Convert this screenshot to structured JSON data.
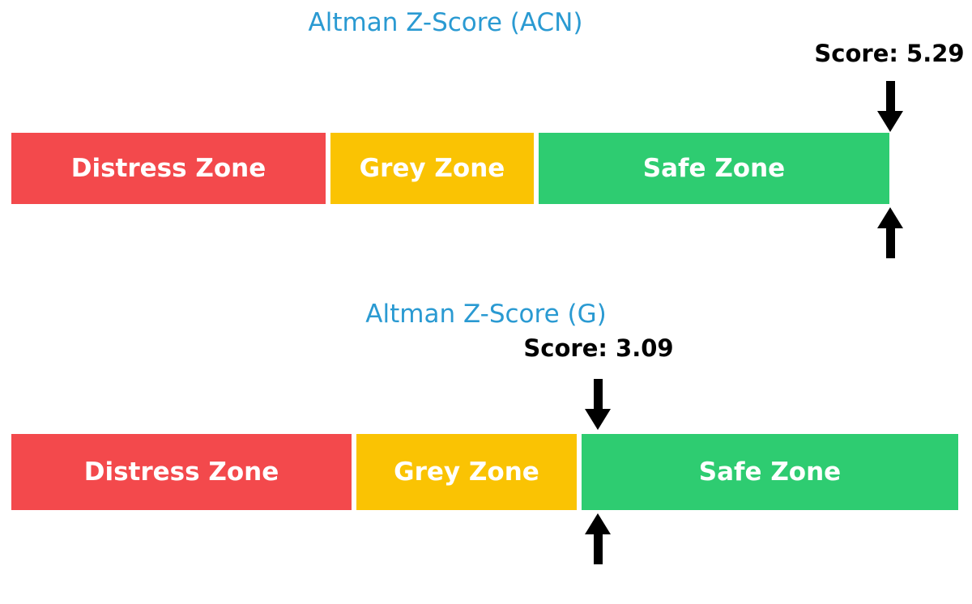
{
  "colors": {
    "background": "#ffffff",
    "title": "#2a9ad2",
    "score_text": "#000000",
    "arrow": "#000000",
    "zone_label": "#ffffff",
    "distress_zone": "#f3494c",
    "grey_zone": "#fac303",
    "safe_zone": "#2ecc71"
  },
  "charts": [
    {
      "title": "Altman Z-Score (ACN)",
      "score": 5.29,
      "score_text": "Score: 5.29",
      "zones": [
        {
          "label": "Distress Zone",
          "color": "#f3494c"
        },
        {
          "label": "Grey Zone",
          "color": "#fac303"
        },
        {
          "label": "Safe Zone",
          "color": "#2ecc71"
        }
      ]
    },
    {
      "title": "Altman Z-Score (G)",
      "score": 3.09,
      "score_text": "Score: 3.09",
      "zones": [
        {
          "label": "Distress Zone",
          "color": "#f3494c"
        },
        {
          "label": "Grey Zone",
          "color": "#fac303"
        },
        {
          "label": "Safe Zone",
          "color": "#2ecc71"
        }
      ]
    }
  ],
  "chart_data": [
    {
      "type": "bar",
      "subtype": "zone-gauge",
      "title": "Altman Z-Score (ACN)",
      "score": 5.29,
      "score_annotation": "Score: 5.29",
      "zones": [
        {
          "label": "Distress Zone",
          "color": "#f3494c",
          "width_fraction": 0.36
        },
        {
          "label": "Grey Zone",
          "color": "#fac303",
          "width_fraction": 0.23
        },
        {
          "label": "Safe Zone",
          "color": "#2ecc71",
          "width_fraction": 0.41
        }
      ],
      "marker": {
        "value": 5.29,
        "position": "arrows above and below bar at the right end of the Safe Zone",
        "relative_x_fraction": 1.0
      },
      "axes": "none",
      "grid": false,
      "legend": "none",
      "note": "Zone boundaries are not labeled on an axis; standard Altman thresholds (1.81, 2.99) are implied by the zone names"
    },
    {
      "type": "bar",
      "subtype": "zone-gauge",
      "title": "Altman Z-Score (G)",
      "score": 3.09,
      "score_annotation": "Score: 3.09",
      "zones": [
        {
          "label": "Distress Zone",
          "color": "#f3494c",
          "width_fraction": 0.36
        },
        {
          "label": "Grey Zone",
          "color": "#fac303",
          "width_fraction": 0.235
        },
        {
          "label": "Safe Zone",
          "color": "#2ecc71",
          "width_fraction": 0.405
        }
      ],
      "marker": {
        "value": 3.09,
        "position": "arrows above and below bar just right of the Grey/Safe boundary",
        "relative_x_fraction": 0.62
      },
      "axes": "none",
      "grid": false,
      "legend": "none",
      "note": "Zone boundaries are not labeled on an axis; standard Altman thresholds (1.81, 2.99) are implied by the zone names"
    }
  ]
}
